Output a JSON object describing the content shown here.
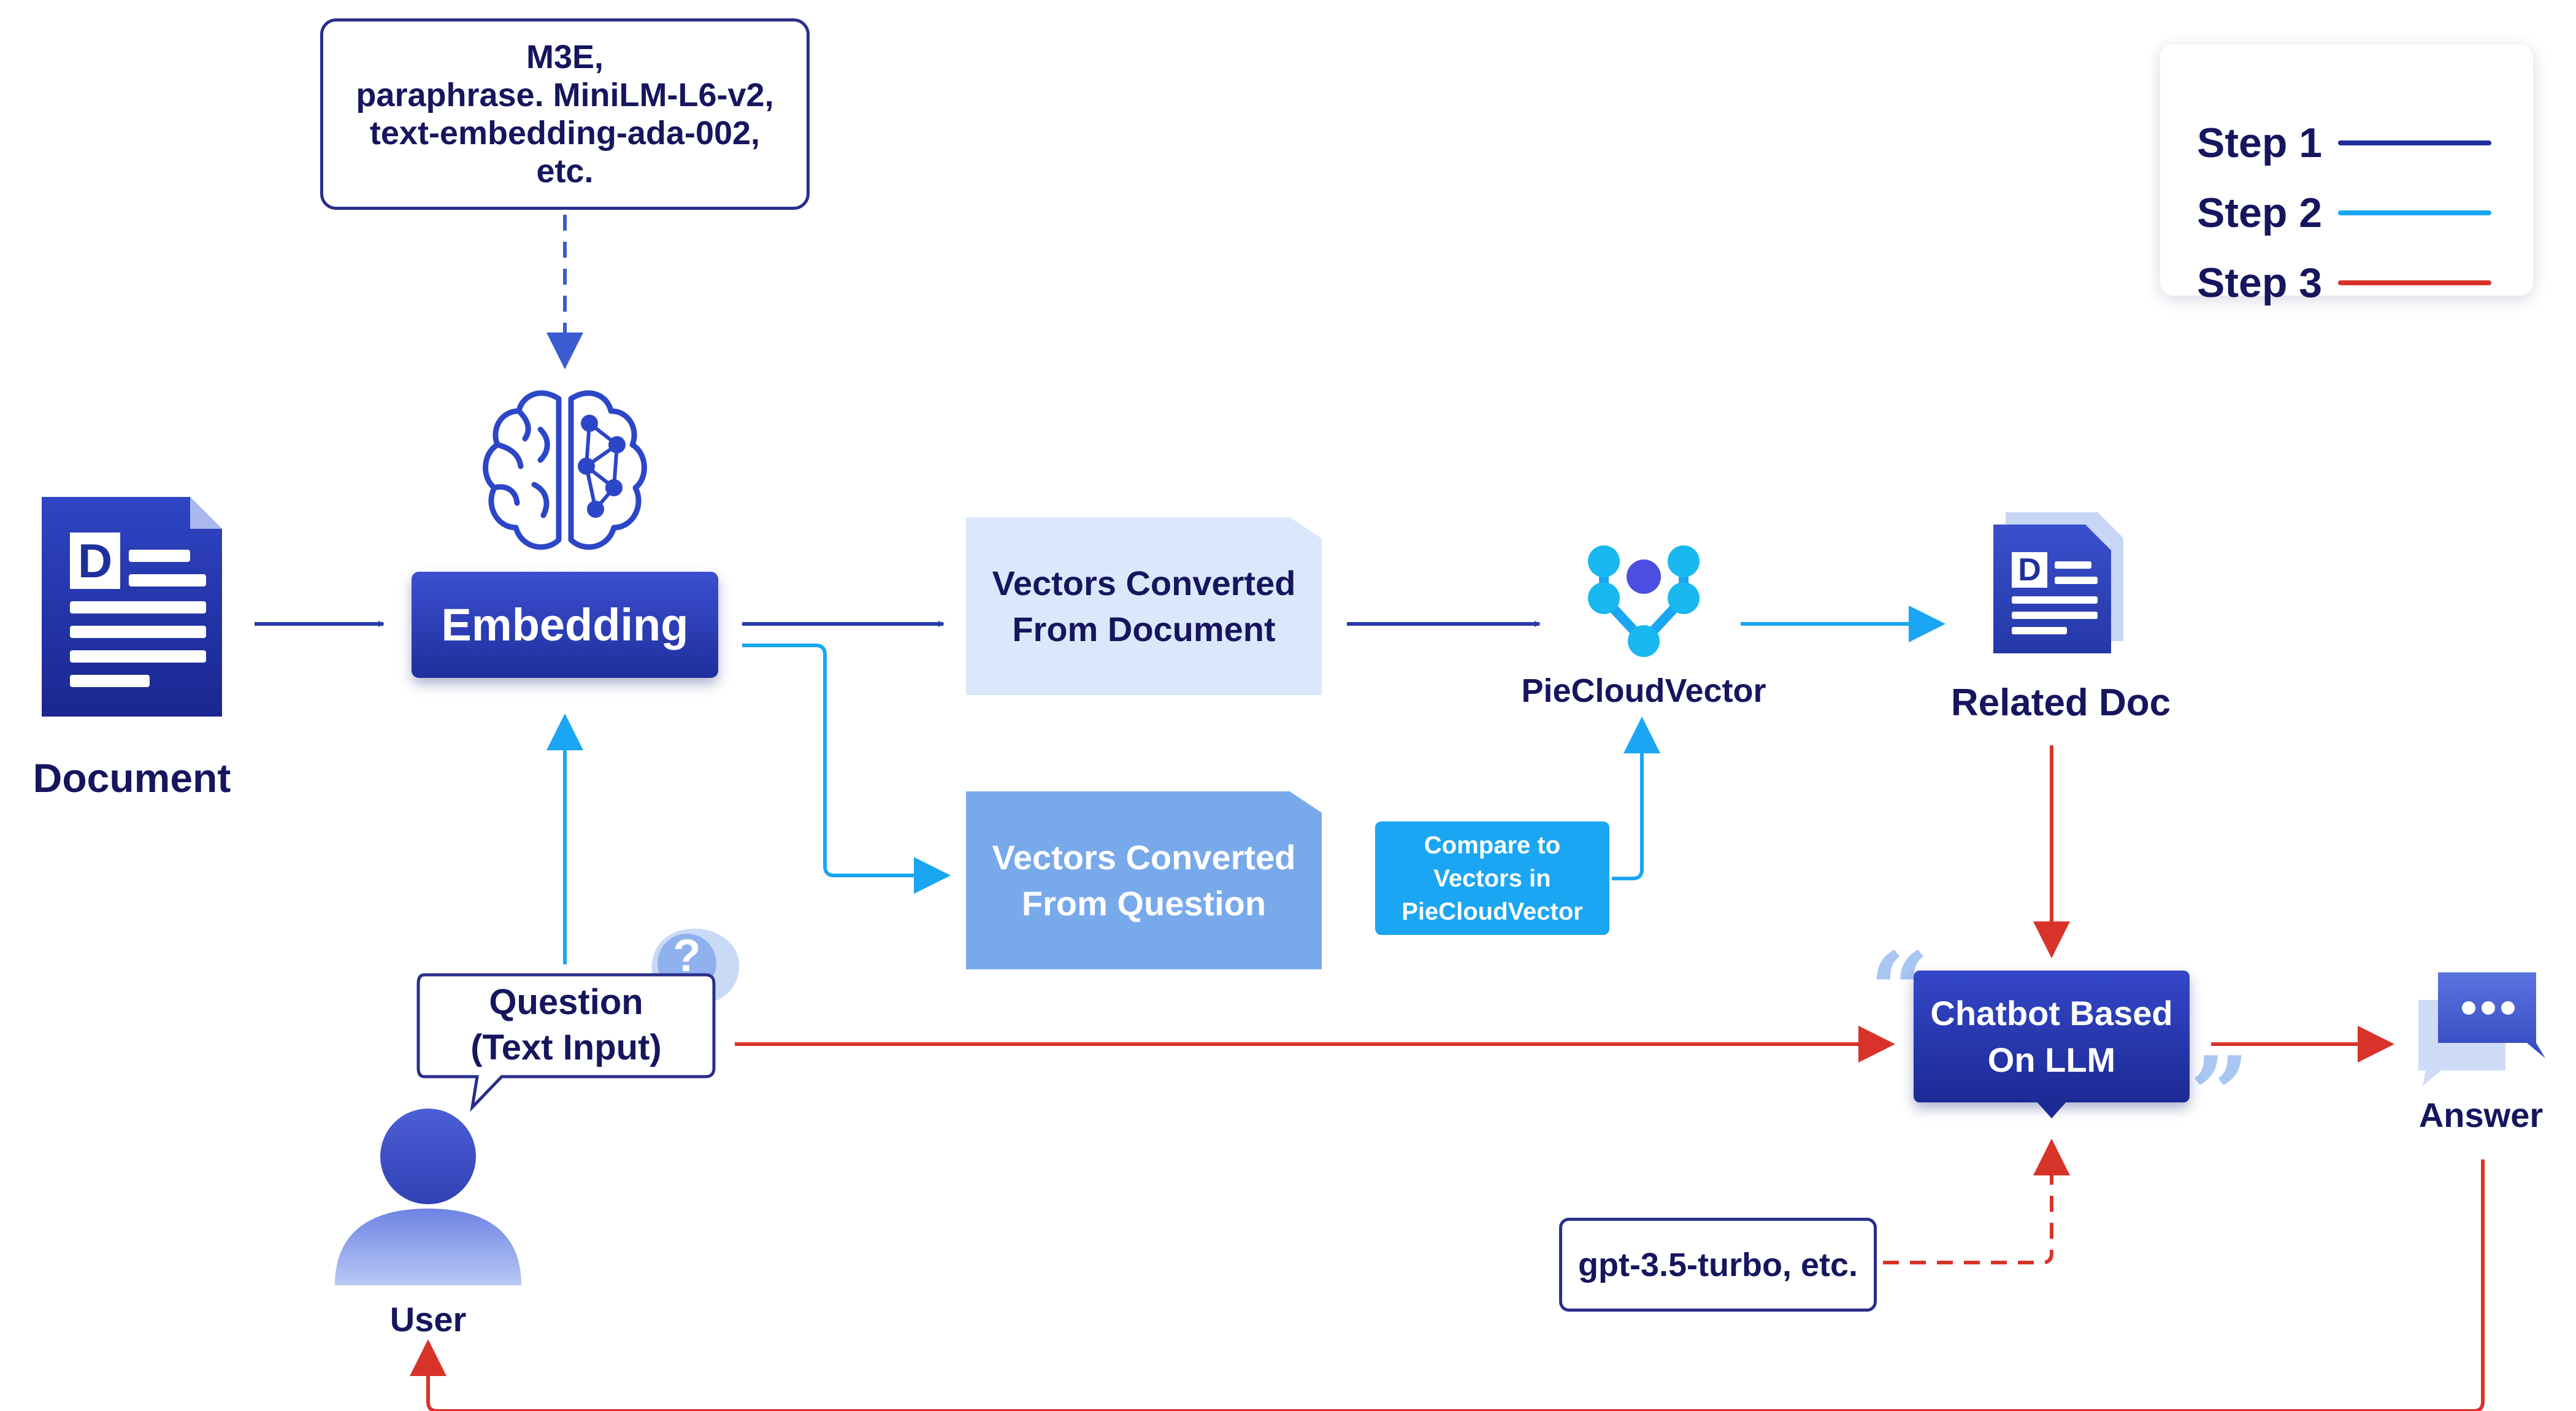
{
  "embedding_models": {
    "text": "M3E,\nparaphrase. MiniLM-L6-v2,\ntext-embedding-ada-002,\netc."
  },
  "legend": {
    "items": [
      {
        "label": "Step 1",
        "color": "#1f2f9c"
      },
      {
        "label": "Step 2",
        "color": "#1aa6f2"
      },
      {
        "label": "Step 3",
        "color": "#d8332a"
      }
    ]
  },
  "document": {
    "label": "Document",
    "icon": "document-icon",
    "letter": "D"
  },
  "embedding": {
    "label": "Embedding",
    "icon": "brain-icon"
  },
  "vectors_document": {
    "label": "Vectors Converted\nFrom Document"
  },
  "vectors_question": {
    "label": "Vectors Converted\nFrom Question"
  },
  "compare": {
    "label": "Compare to\nVectors in\nPieCloudVector"
  },
  "piecloudvector": {
    "label": "PieCloudVector",
    "icon": "piecloudvector-logo-icon"
  },
  "related_doc": {
    "label": "Related Doc",
    "icon": "related-document-icon",
    "letter": "D"
  },
  "chatbot": {
    "label": "Chatbot Based\nOn LLM"
  },
  "llm_models": {
    "label": "gpt-3.5-turbo, etc."
  },
  "question": {
    "label": "Question\n(Text Input)",
    "icon": "question-bubble-icon",
    "glyph": "?"
  },
  "user": {
    "label": "User",
    "icon": "user-icon"
  },
  "answer": {
    "label": "Answer",
    "icon": "answer-chat-icon"
  },
  "colors": {
    "navy": "#16155e",
    "step1": "#1f2f9c",
    "step2": "#1aa6f2",
    "step3": "#d8332a"
  }
}
